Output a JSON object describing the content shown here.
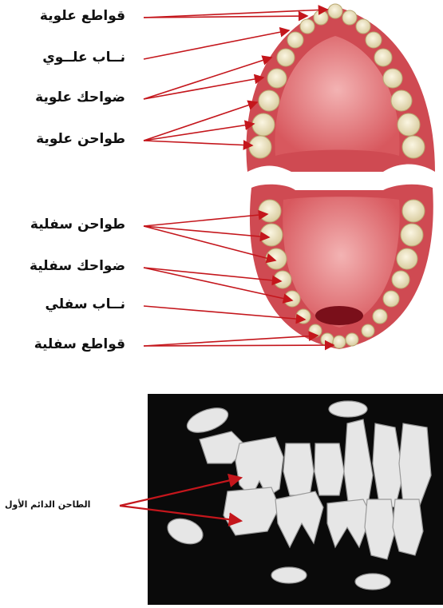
{
  "labels": {
    "upper_incisors": "قواطع علوية",
    "upper_canine": "نــاب علــوي",
    "upper_premolars": "ضواحك علوية",
    "upper_molars": "طواحن علوية",
    "lower_molars": "طواحن سفلية",
    "lower_premolars": "ضواحك سفلية",
    "lower_canine": "نــاب سفلي",
    "lower_incisors": "قواطع سفلية",
    "first_permanent_molar": "الطاحن الدائم الأول"
  },
  "colors": {
    "arrow": "#c4161c",
    "gum": "#d94f55",
    "palate": "#e88a8e",
    "tooth": "#efe6c4",
    "xray_bg": "#0a0a0a",
    "xray_tooth": "#e8e8e8"
  }
}
